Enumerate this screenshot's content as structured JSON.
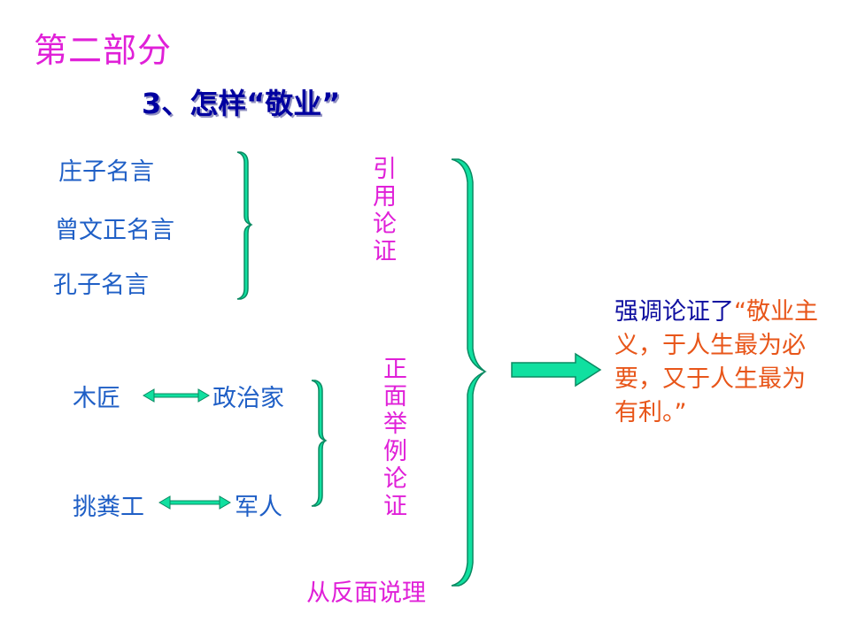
{
  "page_title": "第二部分",
  "subtitle": "3、怎样“敬业”",
  "quotes": {
    "items": [
      "庄子名言",
      "曾文正名言",
      "孔子名言"
    ],
    "method": "引用论证"
  },
  "examples": {
    "pairs": [
      {
        "left": "木匠",
        "right": "政治家"
      },
      {
        "left": "挑粪工",
        "right": "军人"
      }
    ],
    "method": "正面举例论证"
  },
  "reverse": "从反面说理",
  "conclusion": {
    "lead": "强调论证了",
    "body": "“敬业主义，于人生最为必要，又于人生最为有利。”"
  },
  "colors": {
    "brace": "#10e0a0",
    "brace_stroke": "#0a8a62",
    "arrow": "#10e0a0"
  }
}
